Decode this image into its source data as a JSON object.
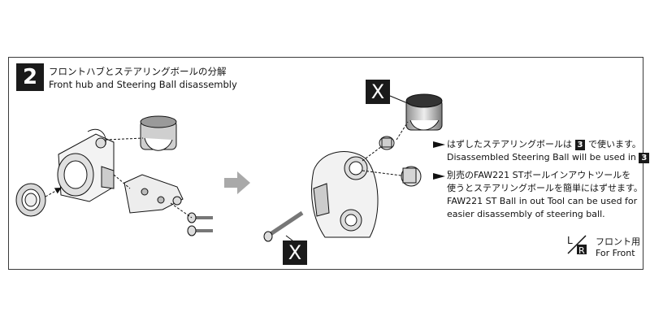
{
  "step": {
    "number": "2",
    "title_jp": "フロントハブとステアリングボールの分解",
    "title_en": "Front hub and Steering Ball disassembly"
  },
  "badges": {
    "x_top": "X",
    "x_bottom": "X"
  },
  "notes": [
    {
      "line1_pre": "はずしたステアリングボールは ",
      "line1_ref": "3",
      "line1_post": " で使います。",
      "line2_pre": "Disassembled Steering Ball will be used in ",
      "line2_ref": "3",
      "line2_post": "."
    },
    {
      "lines": [
        "別売のFAW221 STボールインアウトツールを",
        "使うとステアリングボールを簡単にはずせます。",
        "FAW221 ST Ball in out Tool can be used for",
        "easier disassembly of steering ball."
      ]
    }
  ],
  "side_marker": {
    "jp": "フロント用",
    "en": "For Front"
  },
  "colors": {
    "ink": "#1a1a1a",
    "arrow_gray": "#a9a9a9",
    "part_gray": "#bdbdbd"
  }
}
